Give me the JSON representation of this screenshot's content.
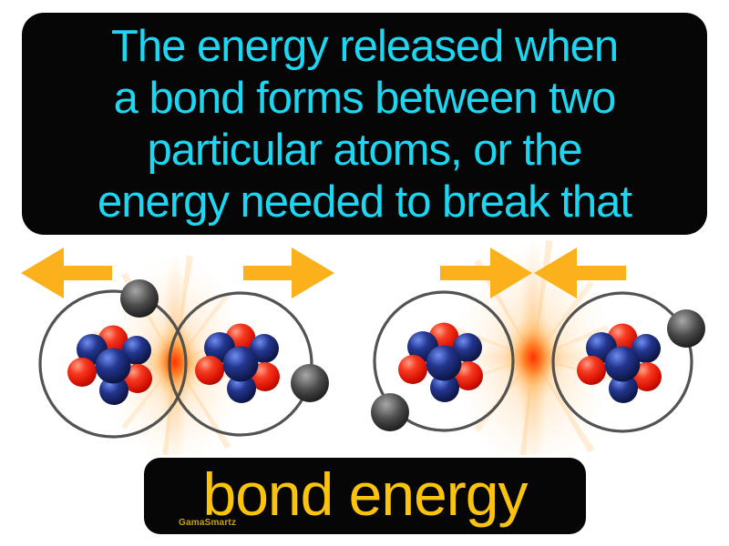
{
  "definition": {
    "lines": [
      "The energy released when",
      "a bond forms between two",
      "particular atoms, or the",
      "energy needed to break that"
    ]
  },
  "term": {
    "label": "bond energy",
    "watermark": "GamaSmartz"
  },
  "diagram": {
    "left_group": {
      "icons": [
        "arrow-pointing-left",
        "arrow-pointing-right"
      ],
      "content": "two bonded atoms with overlapping electron shells and an energy burst at the bond"
    },
    "right_group": {
      "icons": [
        "arrow-pointing-right",
        "arrow-pointing-left"
      ],
      "content": "two separate atoms approaching each other with an energy burst between them"
    },
    "atom_parts": [
      "nucleus-red-protons",
      "nucleus-blue-neutrons",
      "grey-electron",
      "orbit-ring",
      "energy-glow"
    ]
  },
  "colors": {
    "background": "#ffffff",
    "box_bg": "#060606",
    "definition_text": "#1dd7f2",
    "term_text": "#fcc30d",
    "watermark_text": "#c9a20d",
    "arrow": "#fbb11c",
    "orbit_stroke": "#4a4a4a",
    "proton_red": "#e81707",
    "neutron_blue": "#1b2c85",
    "electron_grey": "#3c3c3c",
    "glow_core": "#ff2a00",
    "glow_outer": "#ffb45a"
  }
}
